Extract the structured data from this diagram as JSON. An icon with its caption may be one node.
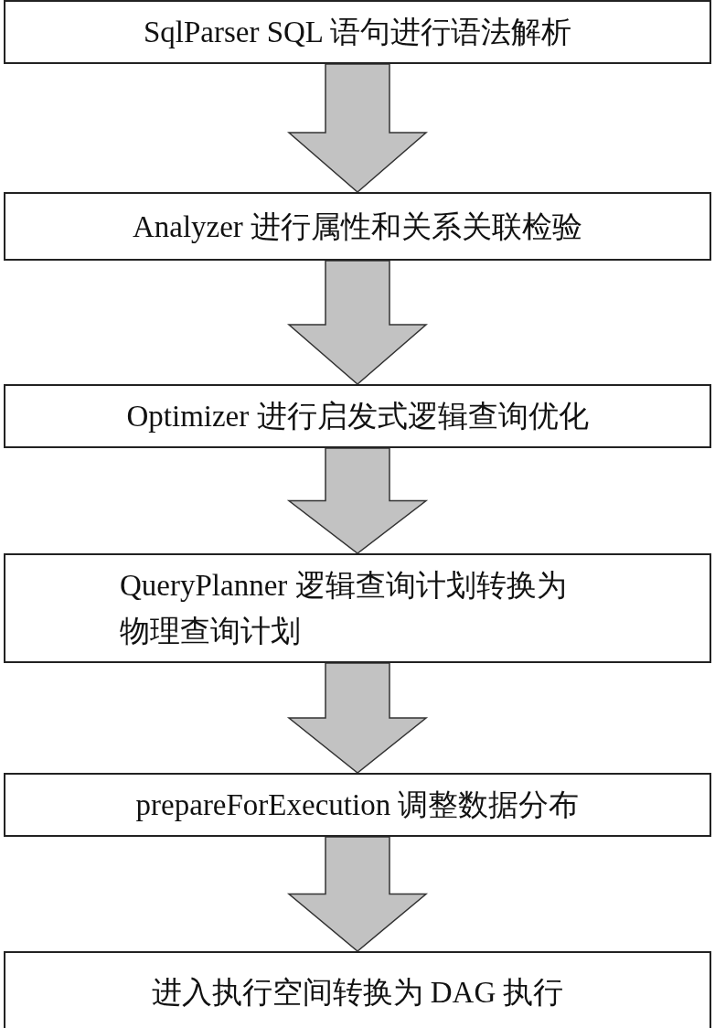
{
  "diagram": {
    "nodes": [
      {
        "text": [
          "SqlParser SQL 语句进行语法解析"
        ]
      },
      {
        "text": [
          "Analyzer 进行属性和关系关联检验"
        ]
      },
      {
        "text": [
          "Optimizer 进行启发式逻辑查询优化"
        ]
      },
      {
        "text": [
          "QueryPlanner 逻辑查询计划转换为物理查询计划"
        ]
      },
      {
        "text": [
          "prepareForExecution 调整数据分布"
        ]
      },
      {
        "text": [
          "进入执行空间转换为 DAG 执行"
        ]
      }
    ],
    "edges": [
      {
        "from": 0,
        "to": 1,
        "arrow": "to"
      },
      {
        "from": 1,
        "to": 2,
        "arrow": "to"
      },
      {
        "from": 2,
        "to": 3,
        "arrow": "to"
      },
      {
        "from": 3,
        "to": 4,
        "arrow": "to"
      },
      {
        "from": 4,
        "to": 5,
        "arrow": "to"
      }
    ]
  }
}
